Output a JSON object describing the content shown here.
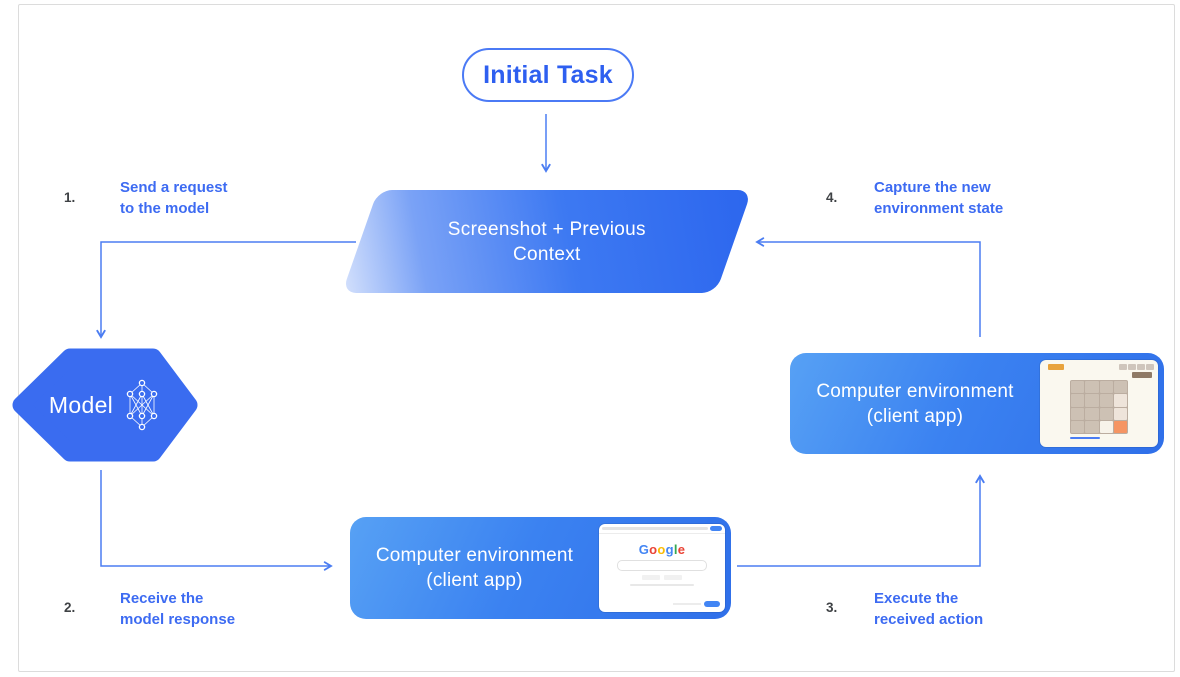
{
  "nodes": {
    "initial_task": {
      "label": "Initial Task"
    },
    "context": {
      "line1": "Screenshot + Previous",
      "line2": "Context"
    },
    "model": {
      "label": "Model"
    },
    "env_bottom": {
      "line1": "Computer environment",
      "line2": "(client app)"
    },
    "env_right": {
      "line1": "Computer environment",
      "line2": "(client app)"
    }
  },
  "steps": [
    {
      "num": "1.",
      "line1": "Send a request",
      "line2": "to the model"
    },
    {
      "num": "2.",
      "line1": "Receive the",
      "line2": "model response"
    },
    {
      "num": "3.",
      "line1": "Execute the",
      "line2": "received action"
    },
    {
      "num": "4.",
      "line1": "Capture the new",
      "line2": "environment state"
    }
  ],
  "thumbnails": {
    "google": {
      "letters": [
        "G",
        "o",
        "o",
        "g",
        "l",
        "e"
      ]
    },
    "game": {
      "description": "2048 puzzle game board"
    }
  },
  "colors": {
    "shape_blue": "#3a6cf0",
    "box_gradient_start": "#57a1f4",
    "box_gradient_end": "#2f6fe9",
    "connector_blue": "#4b7df2",
    "label_blue": "#3d6bf2",
    "number_gray": "#3f4245",
    "pill_border": "#4b7af5",
    "google_blue": "#4285F4",
    "google_red": "#EA4335",
    "google_yellow": "#FBBC05",
    "google_green": "#34A853",
    "tile_orange": "#f59563"
  }
}
